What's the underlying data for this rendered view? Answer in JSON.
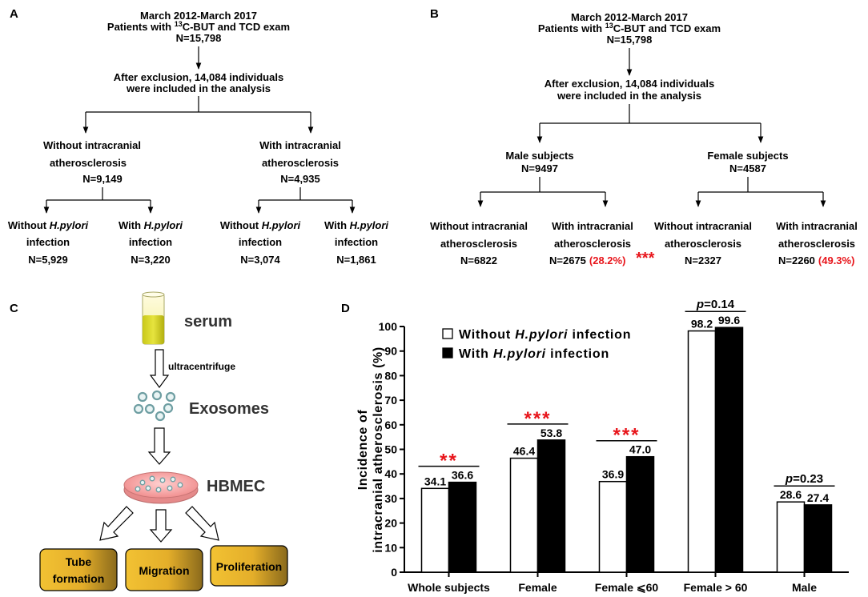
{
  "panels": {
    "a": "A",
    "b": "B",
    "c": "C",
    "d": "D"
  },
  "flow_a": {
    "top1": "March 2012-March 2017",
    "top2_pre": "Patients with ",
    "top2_sup": "13",
    "top2_post": "C-BUT and TCD exam",
    "top3": "N=15,798",
    "mid1": "After exclusion, 14,084 individuals",
    "mid2": "were included in the analysis",
    "left1": "Without intracranial",
    "left2": "atherosclerosis",
    "left3": "N=9,149",
    "right1": "With intracranial",
    "right2": "atherosclerosis",
    "right3": "N=4,935",
    "ll1_pre": "Without ",
    "ll1_it": "H.pylori",
    "ll2": "infection",
    "ll3": "N=5,929",
    "lr1_pre": "With ",
    "lr1_it": "H.pylori",
    "lr2": "infection",
    "lr3": "N=3,220",
    "rl1_pre": "Without ",
    "rl1_it": "H.pylori",
    "rl2": "infection",
    "rl3": "N=3,074",
    "rr1_pre": "With ",
    "rr1_it": "H.pylori",
    "rr2": "infection",
    "rr3": "N=1,861"
  },
  "flow_b": {
    "top1": "March 2012-March 2017",
    "top2_pre": "Patients with ",
    "top2_sup": "13",
    "top2_post": "C-BUT and TCD exam",
    "top3": "N=15,798",
    "mid1": "After exclusion, 14,084 individuals",
    "mid2": "were included in the analysis",
    "male1": "Male subjects",
    "male2": "N=9497",
    "female1": "Female subjects",
    "female2": "N=4587",
    "m_without1": "Without intracranial",
    "m_without2": "atherosclerosis",
    "m_without3": "N=6822",
    "m_with1": "With intracranial",
    "m_with2": "atherosclerosis",
    "m_with3": "N=2675",
    "m_with_pct": "(28.2%)",
    "f_without1": "Without intracranial",
    "f_without2": "atherosclerosis",
    "f_without3": "N=2327",
    "f_with1": "With intracranial",
    "f_with2": "atherosclerosis",
    "f_with3": "N=2260",
    "f_with_pct": "(49.3%)",
    "stars": "***"
  },
  "flow_c": {
    "serum": "serum",
    "ultra": "ultracentrifuge",
    "exosomes": "Exosomes",
    "hbmec": "HBMEC",
    "box1a": "Tube",
    "box1b": "formation",
    "box2": "Migration",
    "box3": "Proliferation"
  },
  "chart_data": {
    "type": "bar",
    "ylabel_line1": "Incidence of",
    "ylabel_line2": "intracranial atherosclerosis (%)",
    "ylim": [
      0,
      100
    ],
    "yticks": [
      "0",
      "10",
      "20",
      "30",
      "40",
      "50",
      "60",
      "70",
      "80",
      "90",
      "100"
    ],
    "categories": [
      "Whole subjects",
      "Female",
      "Female ⩽60",
      "Female > 60",
      "Male"
    ],
    "series": [
      {
        "name_pre": "Without ",
        "name_it": "H.pylori",
        "name_post": " infection",
        "fill": "#ffffff",
        "values": [
          34.1,
          46.4,
          36.9,
          98.2,
          28.6
        ]
      },
      {
        "name_pre": "With ",
        "name_it": "H.pylori",
        "name_post": " infection",
        "fill": "#000000",
        "values": [
          36.6,
          53.8,
          47.0,
          99.6,
          27.4
        ]
      }
    ],
    "value_labels": [
      [
        "34.1",
        "46.4",
        "36.9",
        "98.2",
        "28.6"
      ],
      [
        "36.6",
        "53.8",
        "47.0",
        "99.6",
        "27.4"
      ]
    ],
    "significance": [
      "**",
      "***",
      "***",
      "p=0.14",
      "p=0.23"
    ],
    "sig_colors": [
      "#e8151b",
      "#e8151b",
      "#e8151b",
      "#000000",
      "#000000"
    ],
    "legend_position": "top-left",
    "grid": false
  }
}
